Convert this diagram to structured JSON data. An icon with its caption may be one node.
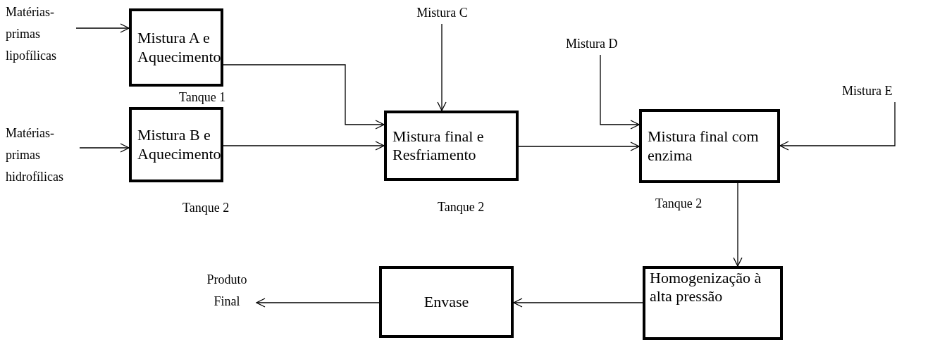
{
  "diagram": {
    "nodes": [
      {
        "text": [
          "Matérias-primas lipofílicas"
        ]
      },
      {
        "text": [
          "Mistura A e Aquecimento"
        ],
        "beside": [
          "Tanque 1"
        ]
      },
      {
        "text": [
          "Matérias-primas hidrofílicas"
        ]
      },
      {
        "text": [
          "Mistura B e Aquecimento"
        ],
        "beside": [
          "Tanque 2"
        ]
      },
      {
        "text": [
          "Mistura C"
        ]
      },
      {
        "text": [
          "Mistura final e Resfriamento"
        ],
        "beside": [
          "Tanque 2"
        ]
      },
      {
        "text": [
          "Mistura D"
        ]
      },
      {
        "text": [
          "Mistura final com enzima"
        ],
        "beside": [
          "Tanque 2"
        ]
      },
      {
        "text": [
          "Mistura E"
        ]
      },
      {
        "text": [
          "Homogenização à alta pressão"
        ]
      },
      {
        "text": [
          "Envase"
        ]
      },
      {
        "text": [
          "Produto Final"
        ]
      }
    ],
    "edges": [
      {
        "from": 0,
        "to": 1,
        "arrow": "to"
      },
      {
        "from": 2,
        "to": 3,
        "arrow": "to"
      },
      {
        "from": 1,
        "to": 5,
        "arrow": "to"
      },
      {
        "from": 3,
        "to": 5,
        "arrow": "to"
      },
      {
        "from": 4,
        "to": 5,
        "arrow": "to"
      },
      {
        "from": 5,
        "to": 7,
        "arrow": "to"
      },
      {
        "from": 6,
        "to": 7,
        "arrow": "to"
      },
      {
        "from": 8,
        "to": 7,
        "arrow": "to"
      },
      {
        "from": 7,
        "to": 9,
        "arrow": "to"
      },
      {
        "from": 9,
        "to": 10,
        "arrow": "to"
      },
      {
        "from": 10,
        "to": 11,
        "arrow": "to"
      }
    ]
  }
}
